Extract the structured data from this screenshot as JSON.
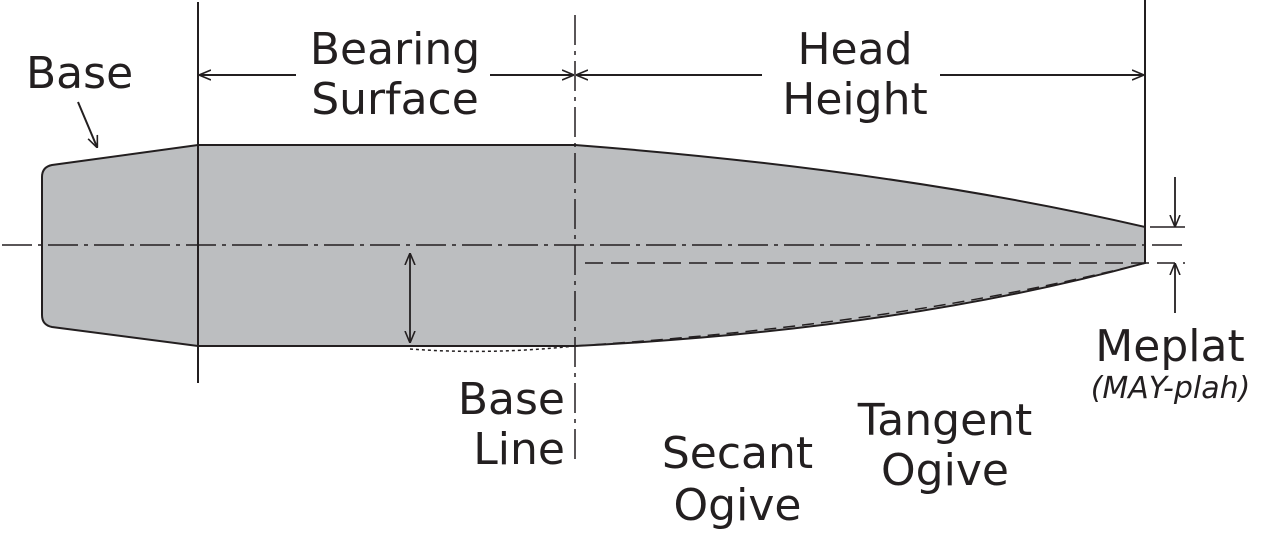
{
  "labels": {
    "base": "Base",
    "bearing_surface": [
      "Bearing",
      "Surface"
    ],
    "head_height": [
      "Head",
      "Height"
    ],
    "base_line": [
      "Base",
      "Line"
    ],
    "secant_ogive": [
      "Secant",
      "Ogive"
    ],
    "tangent_ogive": [
      "Tangent",
      "Ogive"
    ],
    "meplat": "Meplat",
    "meplat_pronunciation": "(MAY-plah)"
  },
  "colors": {
    "bullet_fill": "#bcbec0",
    "stroke": "#231f20",
    "background": "#ffffff"
  }
}
